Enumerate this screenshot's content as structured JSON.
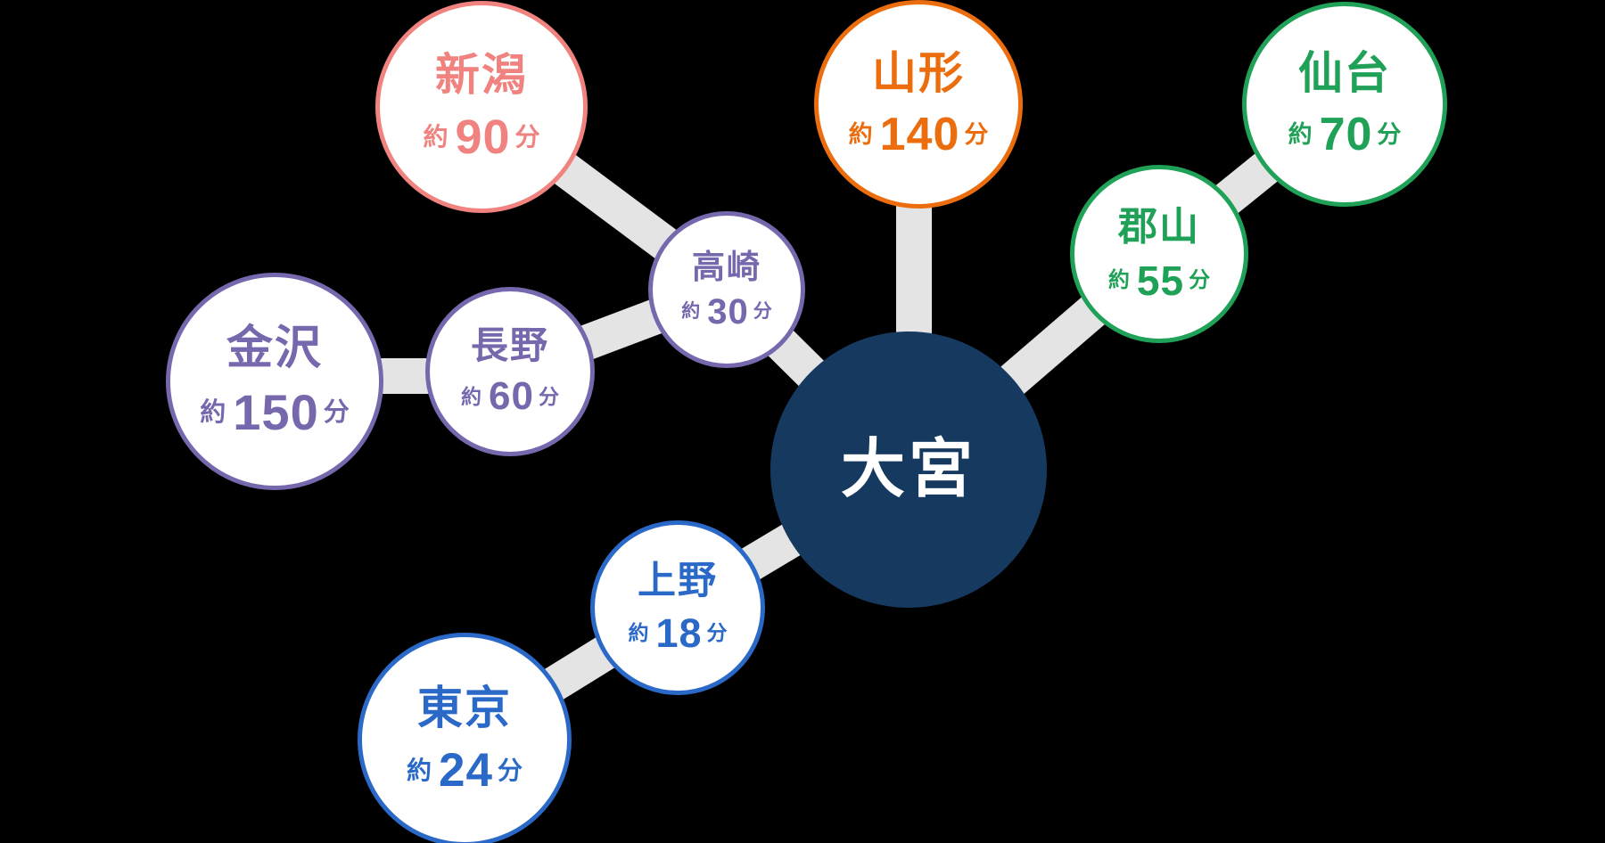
{
  "diagram": {
    "description": "Shinkansen access map: travel times from Omiya station",
    "background_color": "#000000",
    "connector_color": "#E4E4E4",
    "center": {
      "id": "omiya",
      "name": "大宮",
      "fill_color": "#163A5F",
      "text_color": "#FFFFFF"
    },
    "nodes": {
      "niigata": {
        "name": "新潟",
        "prefix": "約",
        "minutes": "90",
        "unit": "分",
        "color": "#F0827F"
      },
      "yamagata": {
        "name": "山形",
        "prefix": "約",
        "minutes": "140",
        "unit": "分",
        "color": "#EB6D0E"
      },
      "sendai": {
        "name": "仙台",
        "prefix": "約",
        "minutes": "70",
        "unit": "分",
        "color": "#20A158"
      },
      "koriyama": {
        "name": "郡山",
        "prefix": "約",
        "minutes": "55",
        "unit": "分",
        "color": "#20A158"
      },
      "takasaki": {
        "name": "高崎",
        "prefix": "約",
        "minutes": "30",
        "unit": "分",
        "color": "#7768AE"
      },
      "nagano": {
        "name": "長野",
        "prefix": "約",
        "minutes": "60",
        "unit": "分",
        "color": "#7768AE"
      },
      "kanazawa": {
        "name": "金沢",
        "prefix": "約",
        "minutes": "150",
        "unit": "分",
        "color": "#7768AE"
      },
      "ueno": {
        "name": "上野",
        "prefix": "約",
        "minutes": "18",
        "unit": "分",
        "color": "#2A69C7"
      },
      "tokyo": {
        "name": "東京",
        "prefix": "約",
        "minutes": "24",
        "unit": "分",
        "color": "#2A69C7"
      }
    },
    "edges": [
      [
        "omiya",
        "yamagata"
      ],
      [
        "omiya",
        "koriyama"
      ],
      [
        "koriyama",
        "sendai"
      ],
      [
        "omiya",
        "takasaki"
      ],
      [
        "takasaki",
        "niigata"
      ],
      [
        "takasaki",
        "nagano"
      ],
      [
        "nagano",
        "kanazawa"
      ],
      [
        "omiya",
        "ueno"
      ],
      [
        "ueno",
        "tokyo"
      ]
    ]
  }
}
